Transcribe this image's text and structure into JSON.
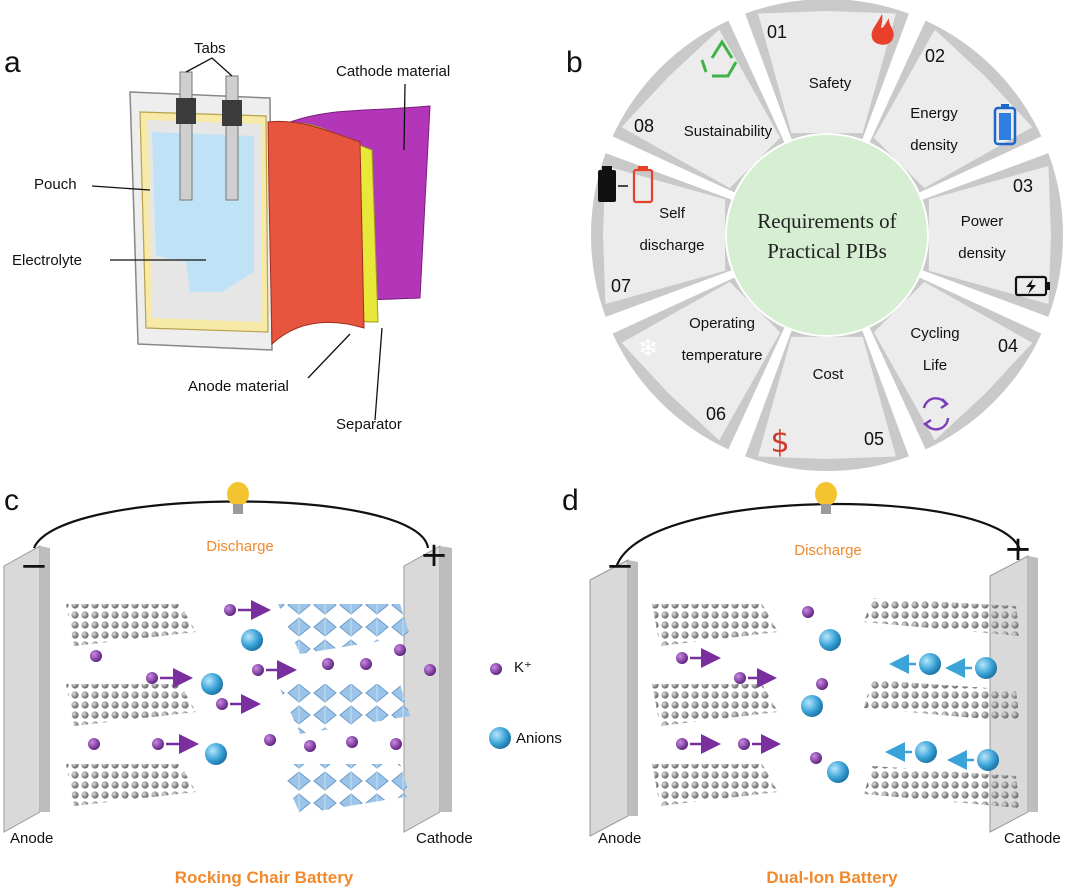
{
  "panels": {
    "a": "a",
    "b": "b",
    "c": "c",
    "d": "d"
  },
  "pouch_cell": {
    "tabs": "Tabs",
    "cathode_material": "Cathode material",
    "pouch": "Pouch",
    "electrolyte": "Electrolyte",
    "anode_material": "Anode material",
    "separator": "Separator"
  },
  "requirements": {
    "center_line1": "Requirements of",
    "center_line2": "Practical PIBs",
    "items": [
      {
        "number": "01",
        "line1": "Safety",
        "line2": "",
        "icon": "flame-icon"
      },
      {
        "number": "02",
        "line1": "Energy",
        "line2": "density",
        "icon": "battery-icon"
      },
      {
        "number": "03",
        "line1": "Power",
        "line2": "density",
        "icon": "charging-battery-icon"
      },
      {
        "number": "04",
        "line1": "Cycling",
        "line2": "Life",
        "icon": "cycle-arrows-icon"
      },
      {
        "number": "05",
        "line1": "Cost",
        "line2": "",
        "icon": "dollar-icon"
      },
      {
        "number": "06",
        "line1": "Operating",
        "line2": "temperature",
        "icon": "snowflake-icon"
      },
      {
        "number": "07",
        "line1": "Self",
        "line2": "discharge",
        "icon": "battery-drain-icon"
      },
      {
        "number": "08",
        "line1": "Sustainability",
        "line2": "",
        "icon": "recycle-icon"
      }
    ]
  },
  "rocking_chair": {
    "discharge": "Discharge",
    "minus": "−",
    "plus": "+",
    "anode": "Anode",
    "cathode": "Cathode",
    "title": "Rocking Chair Battery"
  },
  "dual_ion": {
    "discharge": "Discharge",
    "minus": "−",
    "plus": "+",
    "anode": "Anode",
    "cathode": "Cathode",
    "title": "Dual-Ion Battery"
  },
  "legend": {
    "k_ion": "K⁺",
    "anions": "Anions"
  },
  "colors": {
    "k_ion": "#7a2f9e",
    "anion": "#3aa3d8",
    "accent": "#f08a2c",
    "anode_sheet": "#e8553f",
    "separator": "#e8e83a",
    "cathode_sheet": "#b336b8",
    "center_circle": "#d6efd2"
  }
}
